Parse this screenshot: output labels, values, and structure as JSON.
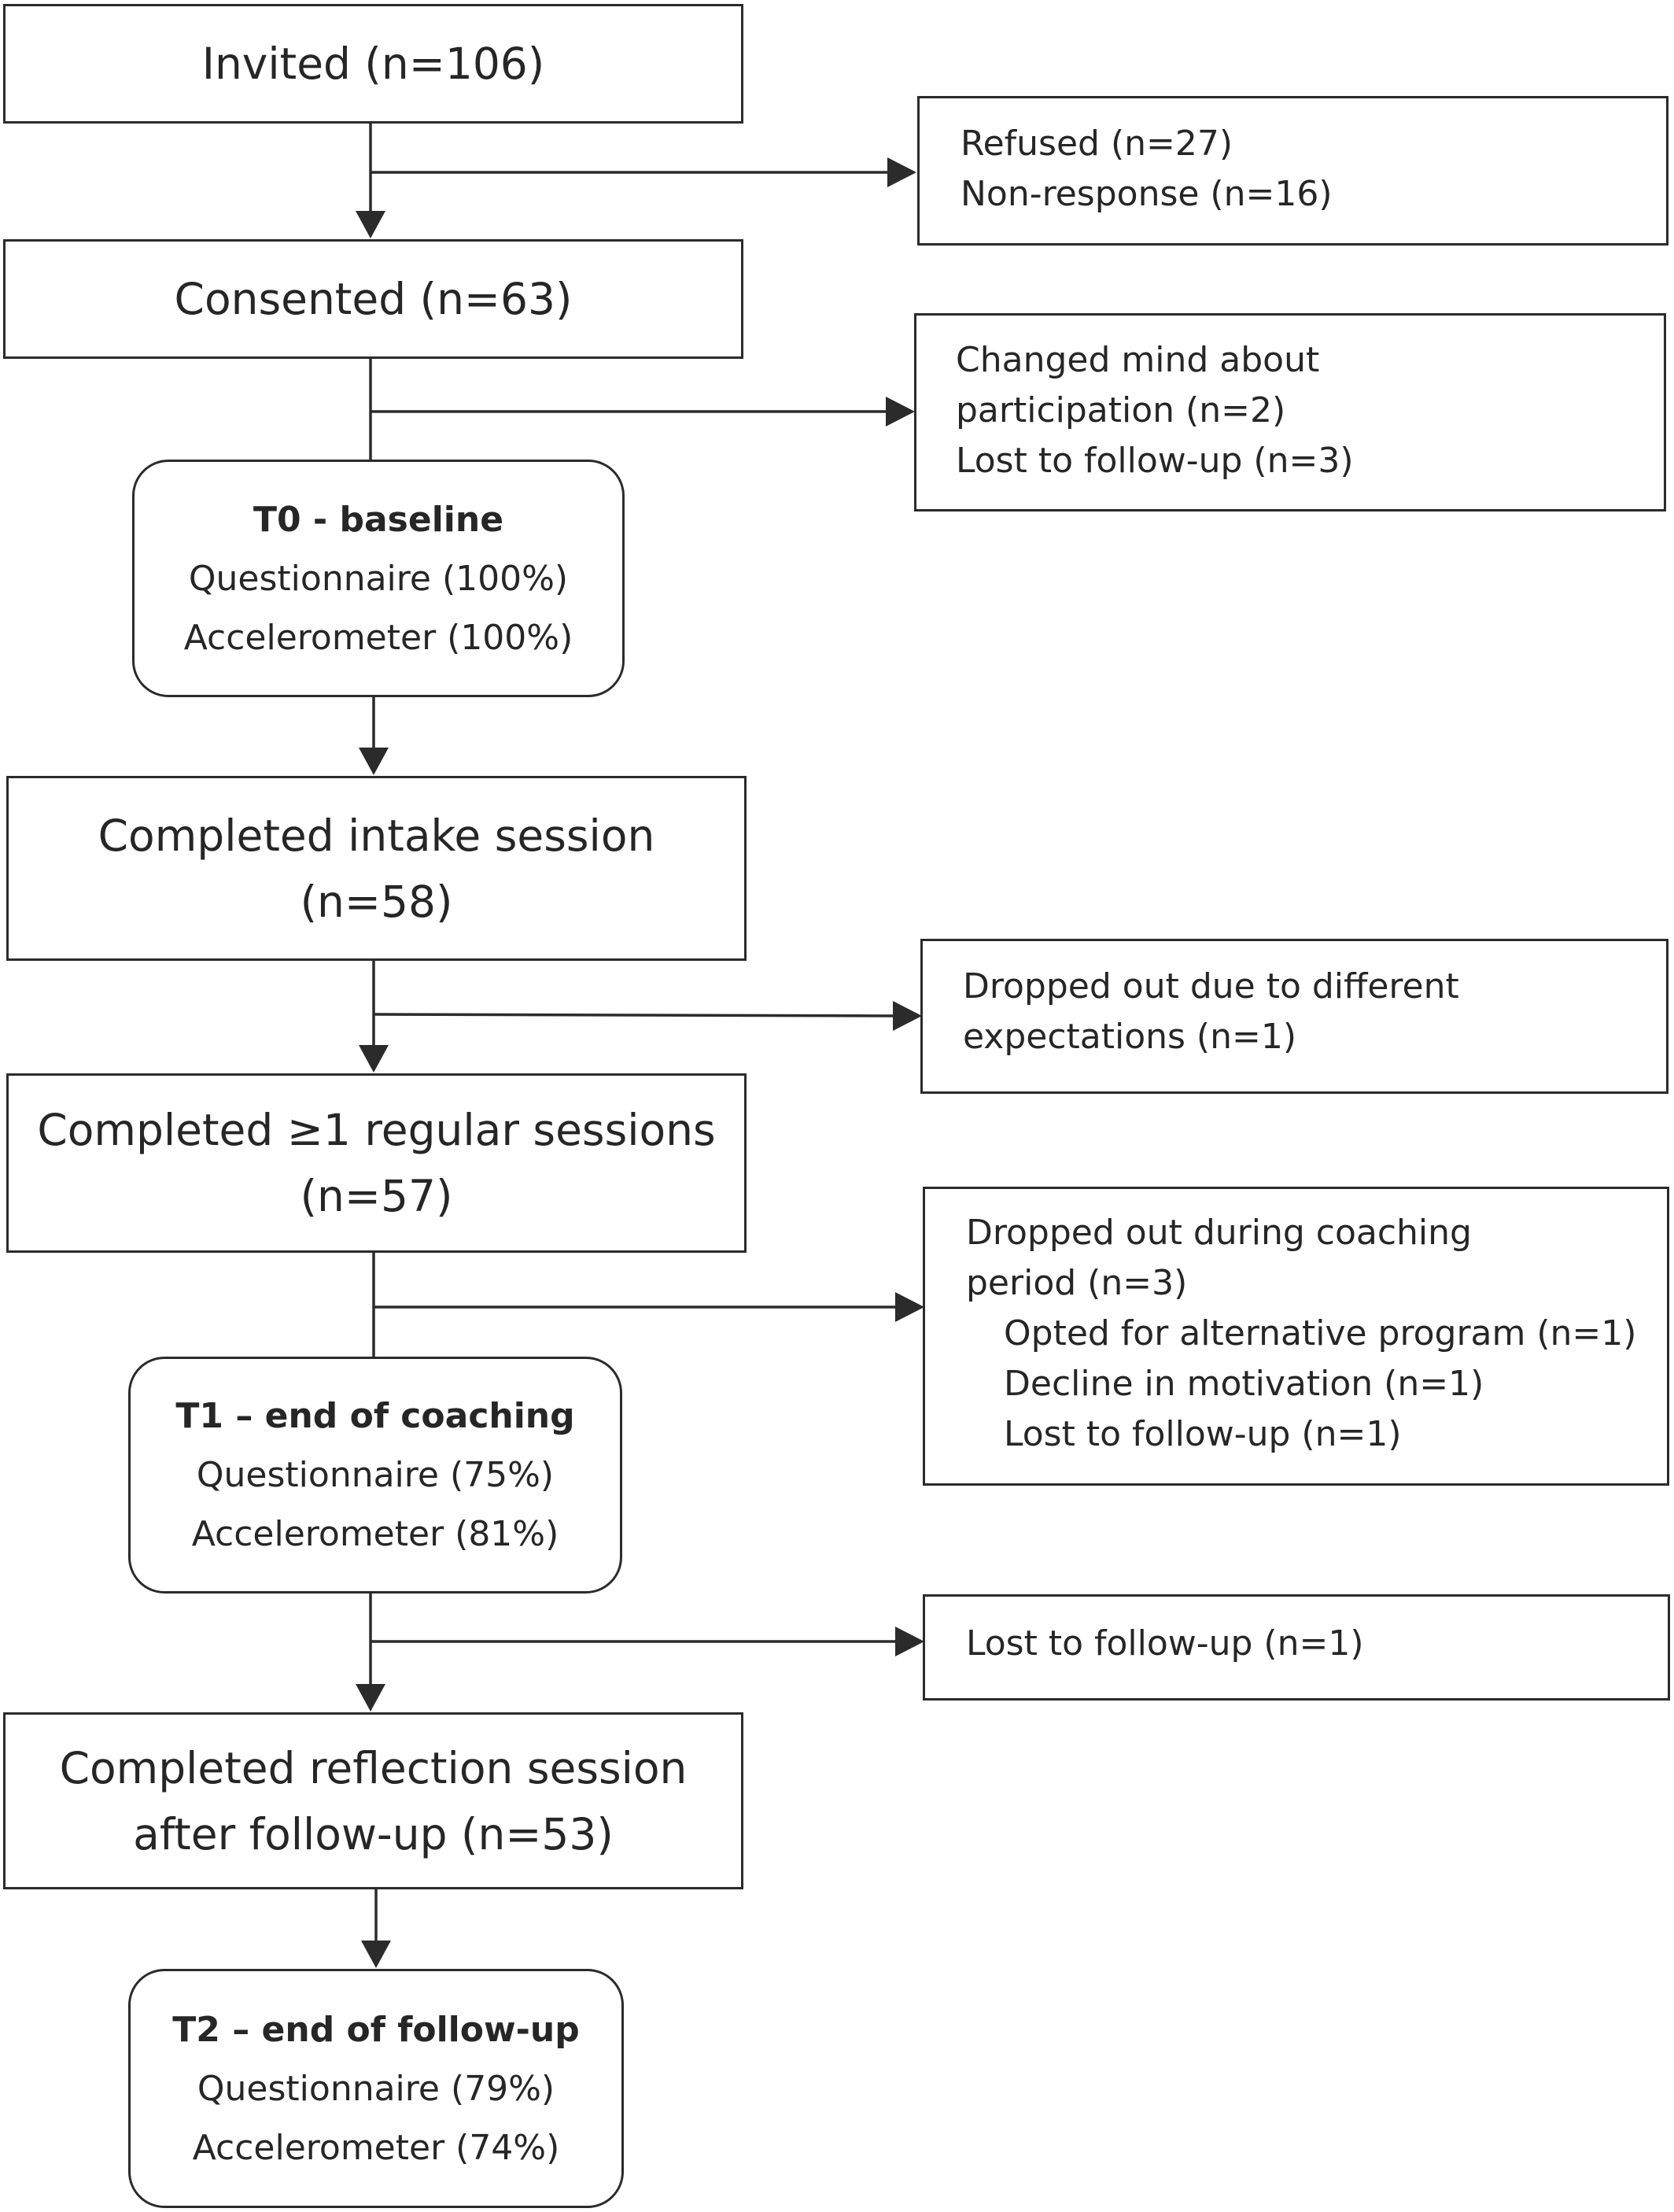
{
  "invited": {
    "line1": "Invited (n=106)"
  },
  "excluded_invite": {
    "lines": [
      "Refused (n=27)",
      "Non-response (n=16)"
    ]
  },
  "consented": {
    "line1": "Consented (n=63)"
  },
  "excluded_consent": {
    "lines": [
      "Changed mind about",
      "participation (n=2)",
      "Lost to follow-up (n=3)"
    ]
  },
  "t0": {
    "title": "T0 - baseline",
    "questionnaire": "Questionnaire (100%)",
    "accelerometer": "Accelerometer (100%)"
  },
  "intake": {
    "line1": "Completed intake session",
    "line2": "(n=58)"
  },
  "excluded_intake": {
    "lines": [
      "Dropped out due to different",
      "expectations (n=1)"
    ]
  },
  "regular": {
    "line1": "Completed ≥1 regular sessions",
    "line2": "(n=57)"
  },
  "excluded_coaching": {
    "line1": "Dropped out during coaching",
    "line2": "period (n=3)",
    "sub": [
      "Opted for alternative program (n=1)",
      "Decline in motivation (n=1)",
      "Lost to follow-up (n=1)"
    ]
  },
  "t1": {
    "title": "T1 – end of coaching",
    "questionnaire": "Questionnaire (75%)",
    "accelerometer": "Accelerometer (81%)"
  },
  "excluded_followup": {
    "lines": [
      "Lost to follow-up (n=1)"
    ]
  },
  "reflection": {
    "line1": "Completed reflection session",
    "line2": "after follow-up (n=53)"
  },
  "t2": {
    "title": "T2 – end of follow-up",
    "questionnaire": "Questionnaire (79%)",
    "accelerometer": "Accelerometer (74%)"
  },
  "colors": {
    "stroke": "#2b2b2b",
    "text": "#262626",
    "background": "#ffffff"
  }
}
